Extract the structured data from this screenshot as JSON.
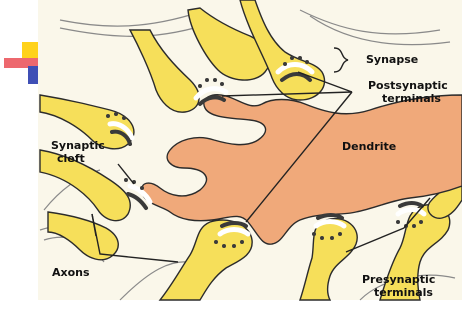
{
  "labels": {
    "synapse": "Synapse",
    "postsynaptic_line1": "Postsynaptic",
    "postsynaptic_line2": "terminals",
    "dendrite": "Dendrite",
    "synaptic_cleft_line1": "Synaptic",
    "synaptic_cleft_line2": "cleft",
    "axons": "Axons",
    "presynaptic_line1": "Presynaptic",
    "presynaptic_line2": "terminals"
  },
  "colors": {
    "background": "#faf7ea",
    "axon_fill": "#f6df5a",
    "dendrite_fill": "#f0a97a",
    "outline": "#2b2b2b",
    "vesicle": "#3a3a3a",
    "cleft": "#ffffff",
    "slide_yellow": "#ffd21a",
    "slide_red": "#e8424a",
    "slide_blue": "#3f4fb5"
  }
}
